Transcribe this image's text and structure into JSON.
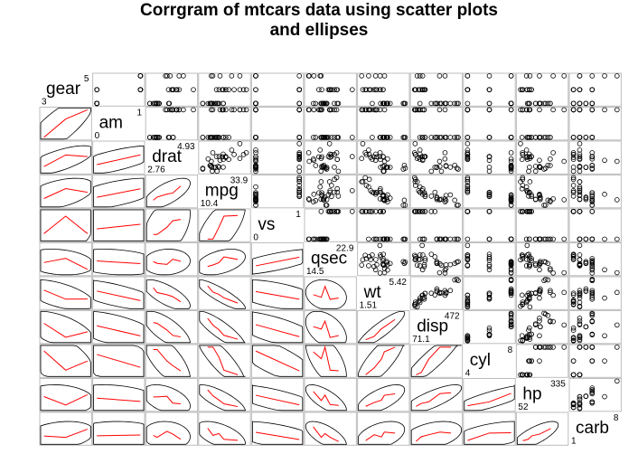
{
  "chart_data": {
    "type": "scatter",
    "title": "Corrgram of mtcars data using scatter plots",
    "subtitle": "and ellipses",
    "variables": [
      {
        "name": "gear",
        "min": "3",
        "max": "5"
      },
      {
        "name": "am",
        "min": "0",
        "max": "1"
      },
      {
        "name": "drat",
        "min": "2.76",
        "max": "4.93"
      },
      {
        "name": "mpg",
        "min": "10.4",
        "max": "33.9"
      },
      {
        "name": "vs",
        "min": "0",
        "max": "1"
      },
      {
        "name": "qsec",
        "min": "14.5",
        "max": "22.9"
      },
      {
        "name": "wt",
        "min": "1.51",
        "max": "5.42"
      },
      {
        "name": "disp",
        "min": "71.1",
        "max": "472"
      },
      {
        "name": "cyl",
        "min": "4",
        "max": "8"
      },
      {
        "name": "hp",
        "min": "52",
        "max": "335"
      },
      {
        "name": "carb",
        "min": "1",
        "max": "8"
      }
    ],
    "lower_panel": "ellipse",
    "upper_panel": "scatter",
    "grid": false,
    "legend": "none",
    "data": {
      "mpg": [
        21,
        21,
        22.8,
        21.4,
        18.7,
        18.1,
        14.3,
        24.4,
        22.8,
        19.2,
        17.8,
        16.4,
        17.3,
        15.2,
        10.4,
        10.4,
        14.7,
        32.4,
        30.4,
        33.9,
        21.5,
        15.5,
        15.2,
        13.3,
        19.2,
        27.3,
        26,
        30.4,
        15.8,
        19.7,
        15,
        21.4
      ],
      "cyl": [
        6,
        6,
        4,
        6,
        8,
        6,
        8,
        4,
        4,
        6,
        6,
        8,
        8,
        8,
        8,
        8,
        8,
        4,
        4,
        4,
        4,
        8,
        8,
        8,
        8,
        4,
        4,
        4,
        8,
        6,
        8,
        4
      ],
      "disp": [
        160,
        160,
        108,
        258,
        360,
        225,
        360,
        146.7,
        140.8,
        167.6,
        167.6,
        275.8,
        275.8,
        275.8,
        472,
        460,
        440,
        78.7,
        75.7,
        71.1,
        120.1,
        318,
        304,
        350,
        400,
        79,
        120.3,
        95.1,
        351,
        145,
        301,
        121
      ],
      "hp": [
        110,
        110,
        93,
        110,
        175,
        105,
        245,
        62,
        95,
        123,
        123,
        180,
        180,
        180,
        205,
        215,
        230,
        66,
        52,
        65,
        97,
        150,
        150,
        245,
        175,
        66,
        91,
        113,
        264,
        175,
        335,
        109
      ],
      "drat": [
        3.9,
        3.9,
        3.85,
        3.08,
        3.15,
        2.76,
        3.21,
        3.69,
        3.92,
        3.92,
        3.92,
        3.07,
        3.07,
        3.07,
        2.93,
        3,
        3.23,
        4.08,
        4.93,
        4.22,
        3.7,
        2.76,
        3.15,
        3.73,
        3.08,
        4.08,
        4.43,
        3.77,
        4.22,
        3.62,
        3.54,
        4.11
      ],
      "wt": [
        2.62,
        2.875,
        2.32,
        3.215,
        3.44,
        3.46,
        3.57,
        3.19,
        3.15,
        3.44,
        3.44,
        4.07,
        3.73,
        3.78,
        5.25,
        5.424,
        5.345,
        2.2,
        1.615,
        1.835,
        2.465,
        3.52,
        3.435,
        3.84,
        3.845,
        1.935,
        2.14,
        1.513,
        3.17,
        2.77,
        3.57,
        2.78
      ],
      "qsec": [
        16.46,
        17.02,
        18.61,
        19.44,
        17.02,
        20.22,
        15.84,
        20,
        22.9,
        18.3,
        18.9,
        17.4,
        17.6,
        18,
        17.98,
        17.82,
        17.42,
        19.47,
        18.52,
        19.9,
        20.01,
        16.87,
        17.3,
        15.41,
        17.05,
        18.9,
        16.7,
        16.9,
        14.5,
        15.5,
        14.6,
        18.6
      ],
      "vs": [
        0,
        0,
        1,
        1,
        0,
        1,
        0,
        1,
        1,
        1,
        1,
        0,
        0,
        0,
        0,
        0,
        0,
        1,
        1,
        1,
        1,
        0,
        0,
        0,
        0,
        1,
        0,
        1,
        0,
        0,
        0,
        1
      ],
      "am": [
        1,
        1,
        1,
        0,
        0,
        0,
        0,
        0,
        0,
        0,
        0,
        0,
        0,
        0,
        0,
        0,
        0,
        1,
        1,
        1,
        0,
        0,
        0,
        0,
        0,
        1,
        1,
        1,
        1,
        1,
        1,
        1
      ],
      "gear": [
        4,
        4,
        4,
        3,
        3,
        3,
        3,
        4,
        4,
        4,
        4,
        3,
        3,
        3,
        3,
        3,
        3,
        4,
        4,
        4,
        3,
        3,
        3,
        3,
        3,
        4,
        5,
        5,
        5,
        5,
        5,
        4
      ],
      "carb": [
        4,
        4,
        1,
        1,
        2,
        1,
        4,
        2,
        2,
        4,
        4,
        3,
        3,
        3,
        4,
        4,
        4,
        1,
        2,
        1,
        1,
        2,
        2,
        4,
        2,
        1,
        2,
        2,
        4,
        6,
        8,
        2
      ]
    }
  }
}
